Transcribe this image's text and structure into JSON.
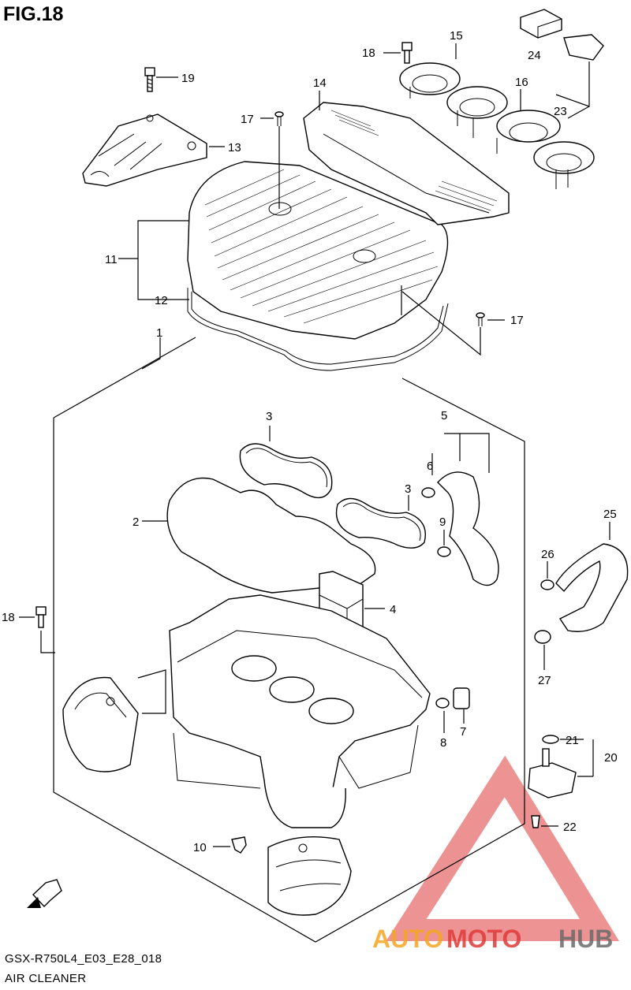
{
  "figure": {
    "title": "FIG.18",
    "model_code": "GSX-R750L4_E03_E28_018",
    "section_name": "AIR CLEANER"
  },
  "callouts": [
    "1",
    "2",
    "3",
    "3",
    "4",
    "5",
    "6",
    "7",
    "8",
    "9",
    "10",
    "11",
    "12",
    "13",
    "14",
    "15",
    "16",
    "17",
    "17",
    "18",
    "18",
    "19",
    "20",
    "21",
    "22",
    "23",
    "24",
    "25",
    "26",
    "27"
  ],
  "direction_marker": "FWD",
  "watermark": {
    "brand_part1": "AUTO",
    "brand_part2": "MOTO",
    "brand_part3": "HUB",
    "color_red": "#e03a3a",
    "color_orange": "#f5a623",
    "color_gray": "#6b6b6b"
  }
}
